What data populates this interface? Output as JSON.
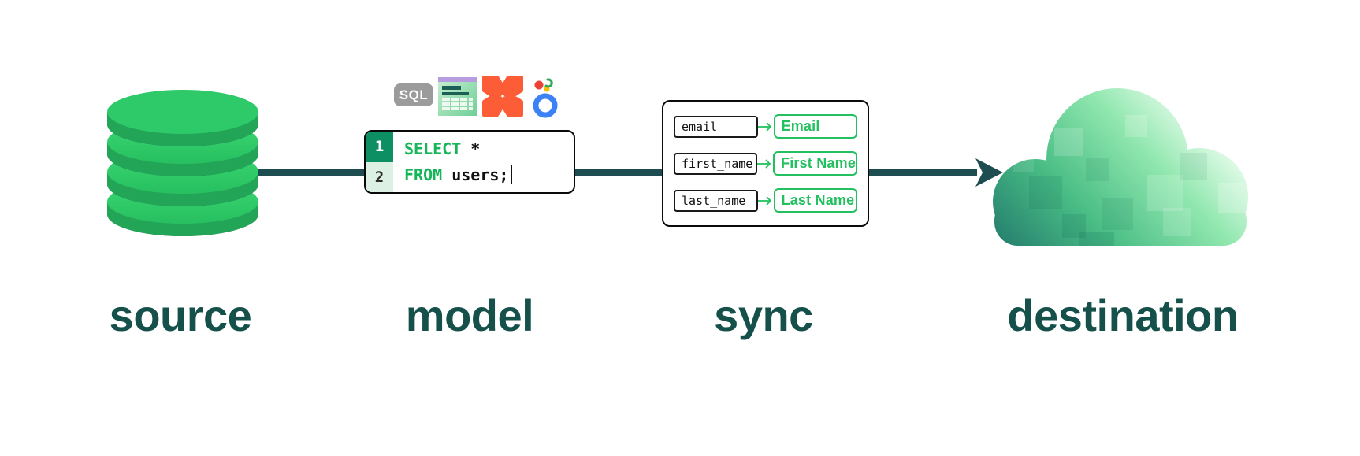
{
  "diagram": {
    "title": "data pipeline: source to model to sync to destination",
    "stages": [
      {
        "id": "source",
        "label": "source"
      },
      {
        "id": "model",
        "label": "model"
      },
      {
        "id": "sync",
        "label": "sync"
      },
      {
        "id": "destination",
        "label": "destination"
      }
    ],
    "colors": {
      "accent_green": "#22c05e",
      "keyword_green": "#17b55a",
      "flow_teal": "#1d4d50",
      "label_teal": "#15504a",
      "db_green": "#2ec968",
      "db_shadow_teal": "#1a604d",
      "gutter_active_green": "#0e8f63",
      "gutter_bg": "#dcf1e3",
      "badge_gray": "#9b9b9b",
      "dbt_orange": "#fd5d36",
      "looker_blue": "#3c82f6",
      "cloud_dark": "#1f756a",
      "cloud_light": "#e2fbe8"
    }
  },
  "icons": {
    "database": "database-cylinder-icon",
    "sql_badge": "sql-badge-icon",
    "spreadsheet": "spreadsheet-icon",
    "dbt": "dbt-logo-icon",
    "looker": "looker-logo-icon",
    "cloud": "cloud-destination-icon",
    "flow_arrow": "flow-arrow-icon",
    "mapping_arrow": "mapping-arrow-icon"
  },
  "model": {
    "badge_label": "SQL",
    "code": {
      "lines": [
        {
          "number": "1",
          "keyword": "SELECT",
          "rest": " *"
        },
        {
          "number": "2",
          "keyword": "FROM",
          "rest": " users;"
        }
      ]
    }
  },
  "sync": {
    "mappings": [
      {
        "source": "email",
        "target": "Email"
      },
      {
        "source": "first_name",
        "target": "First Name"
      },
      {
        "source": "last_name",
        "target": "Last Name"
      }
    ]
  }
}
